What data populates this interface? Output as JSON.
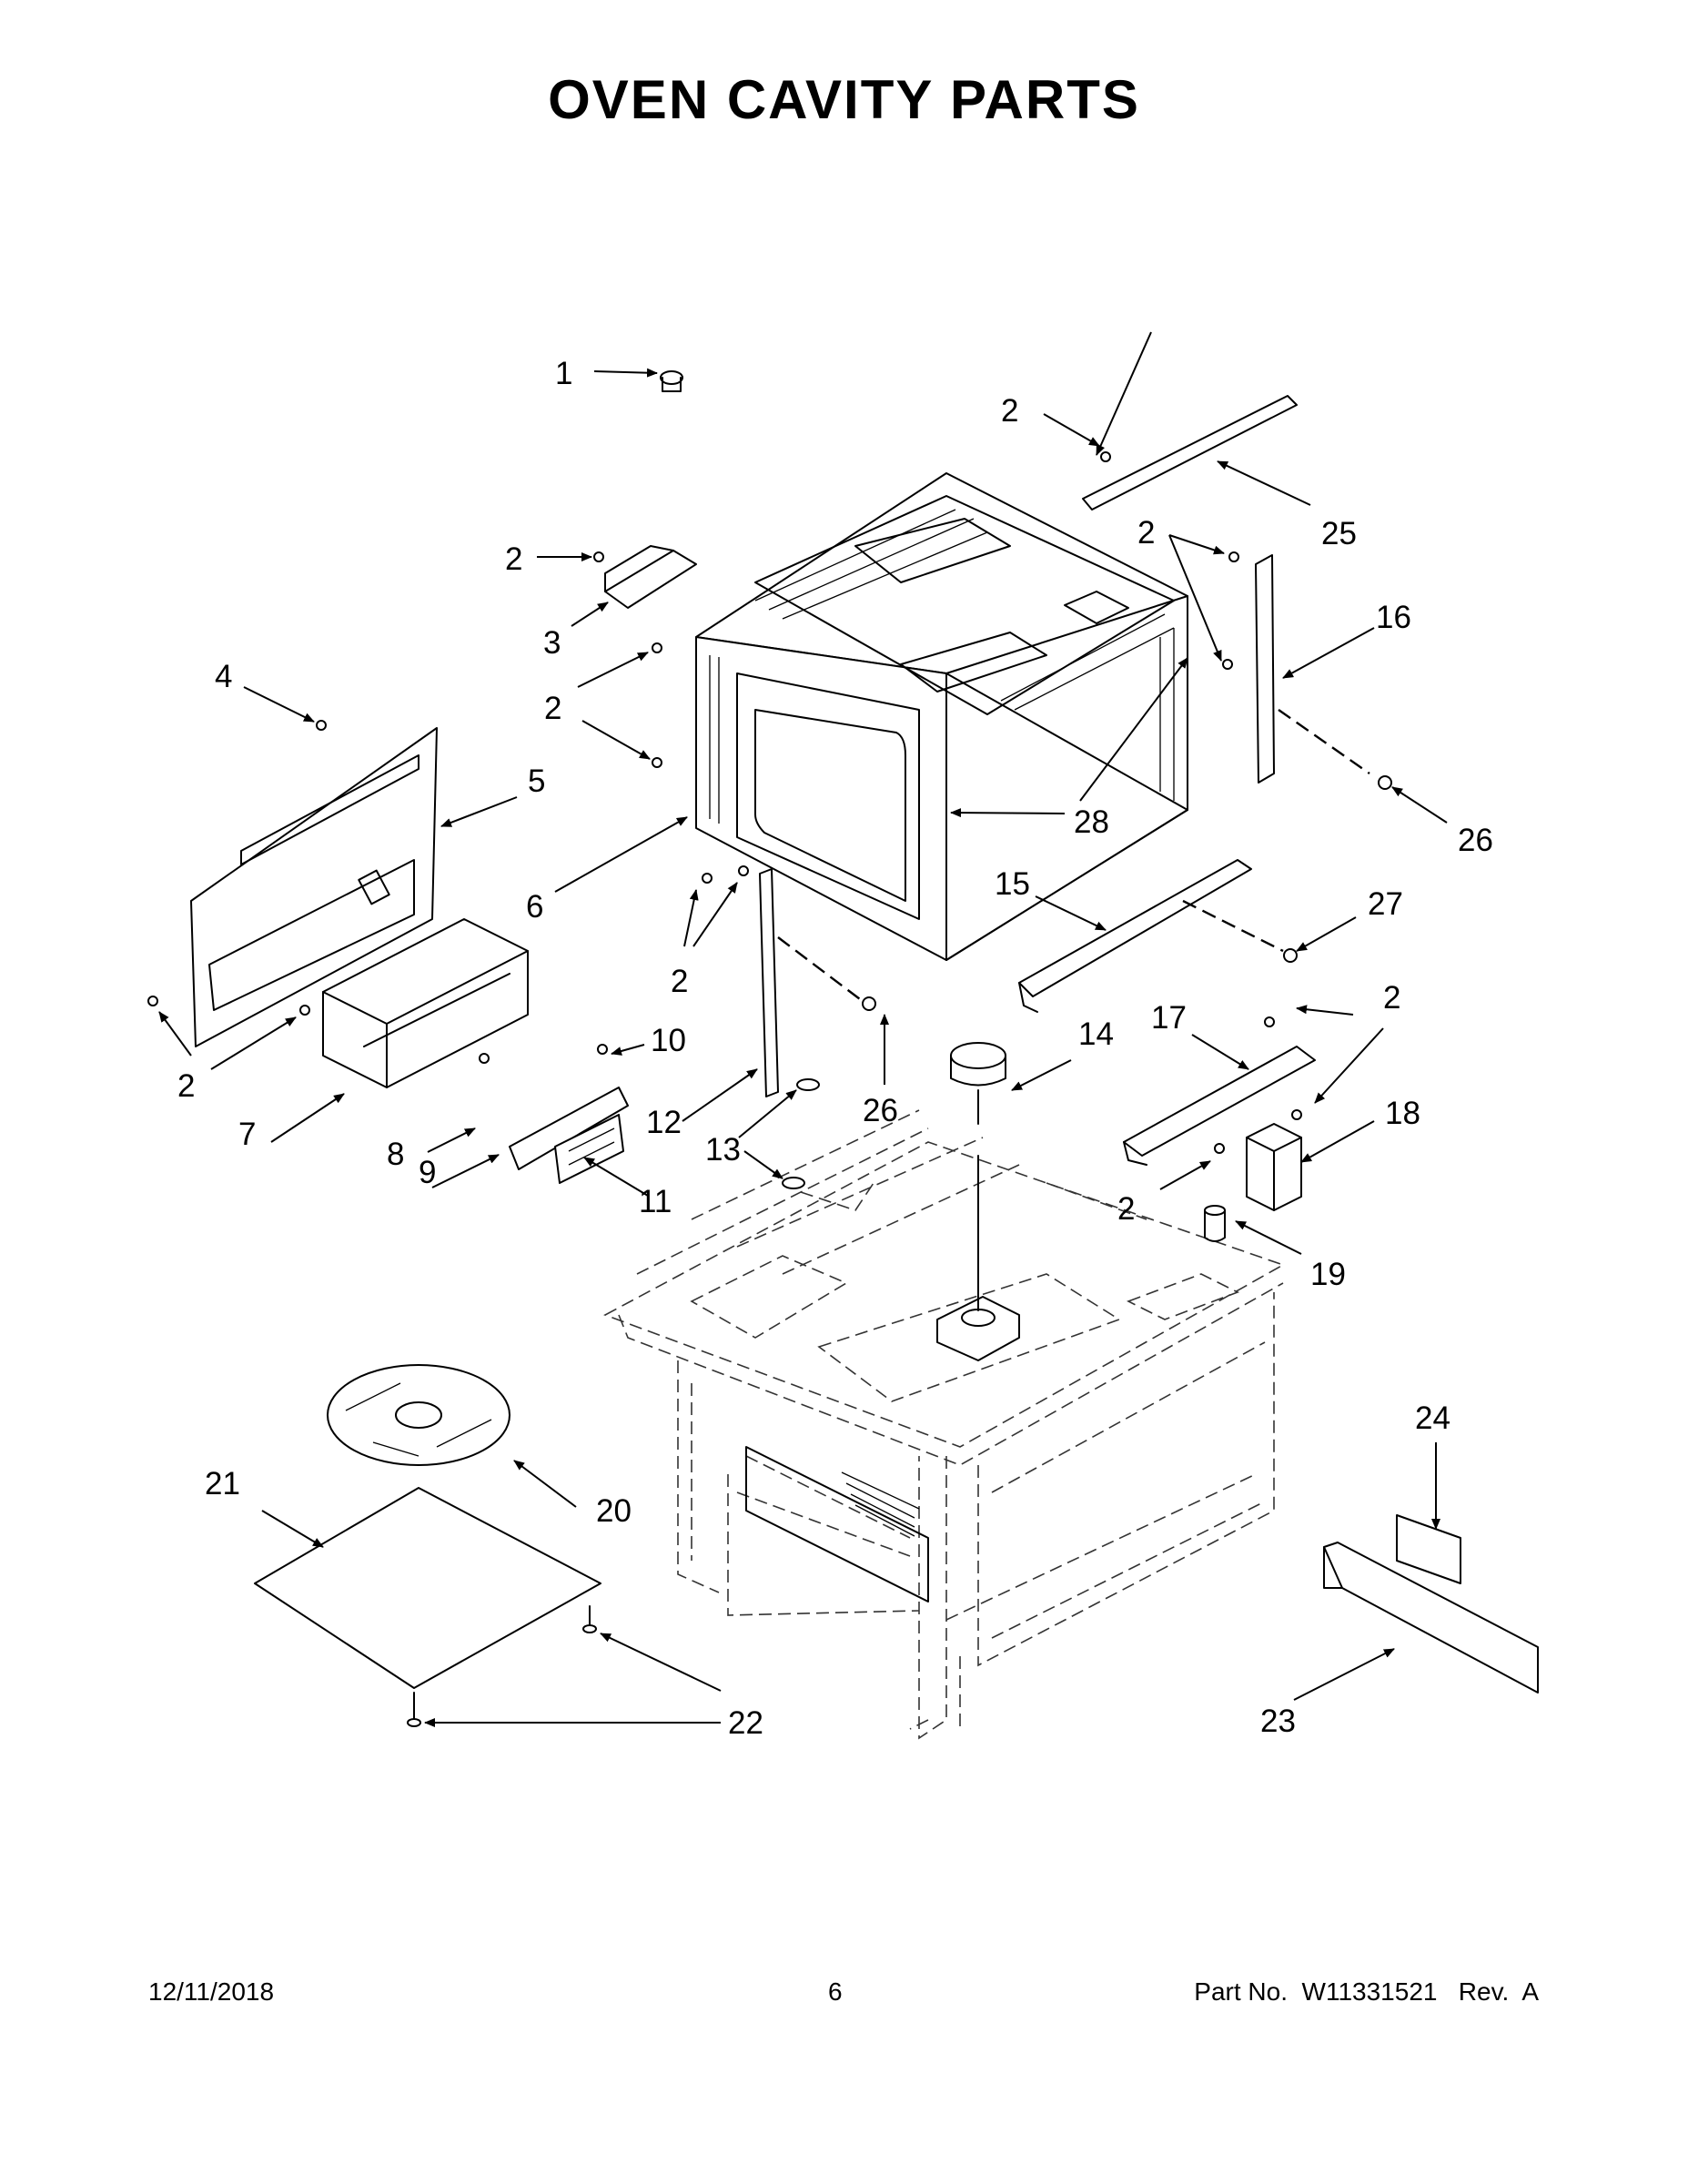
{
  "title": "OVEN CAVITY PARTS",
  "footer": {
    "date": "12/11/2018",
    "page": "6",
    "part": "Part No.  W11331521   Rev.  A"
  },
  "callouts": {
    "c1": "1",
    "c2": "2",
    "c3": "3",
    "c4": "4",
    "c5": "5",
    "c6": "6",
    "c7": "7",
    "c8": "8",
    "c9": "9",
    "c10": "10",
    "c11": "11",
    "c12": "12",
    "c13": "13",
    "c14": "14",
    "c15": "15",
    "c16": "16",
    "c17": "17",
    "c18": "18",
    "c19": "19",
    "c20": "20",
    "c21": "21",
    "c22": "22",
    "c23": "23",
    "c24": "24",
    "c25": "25",
    "c26": "26",
    "c27": "27",
    "c28": "28"
  }
}
